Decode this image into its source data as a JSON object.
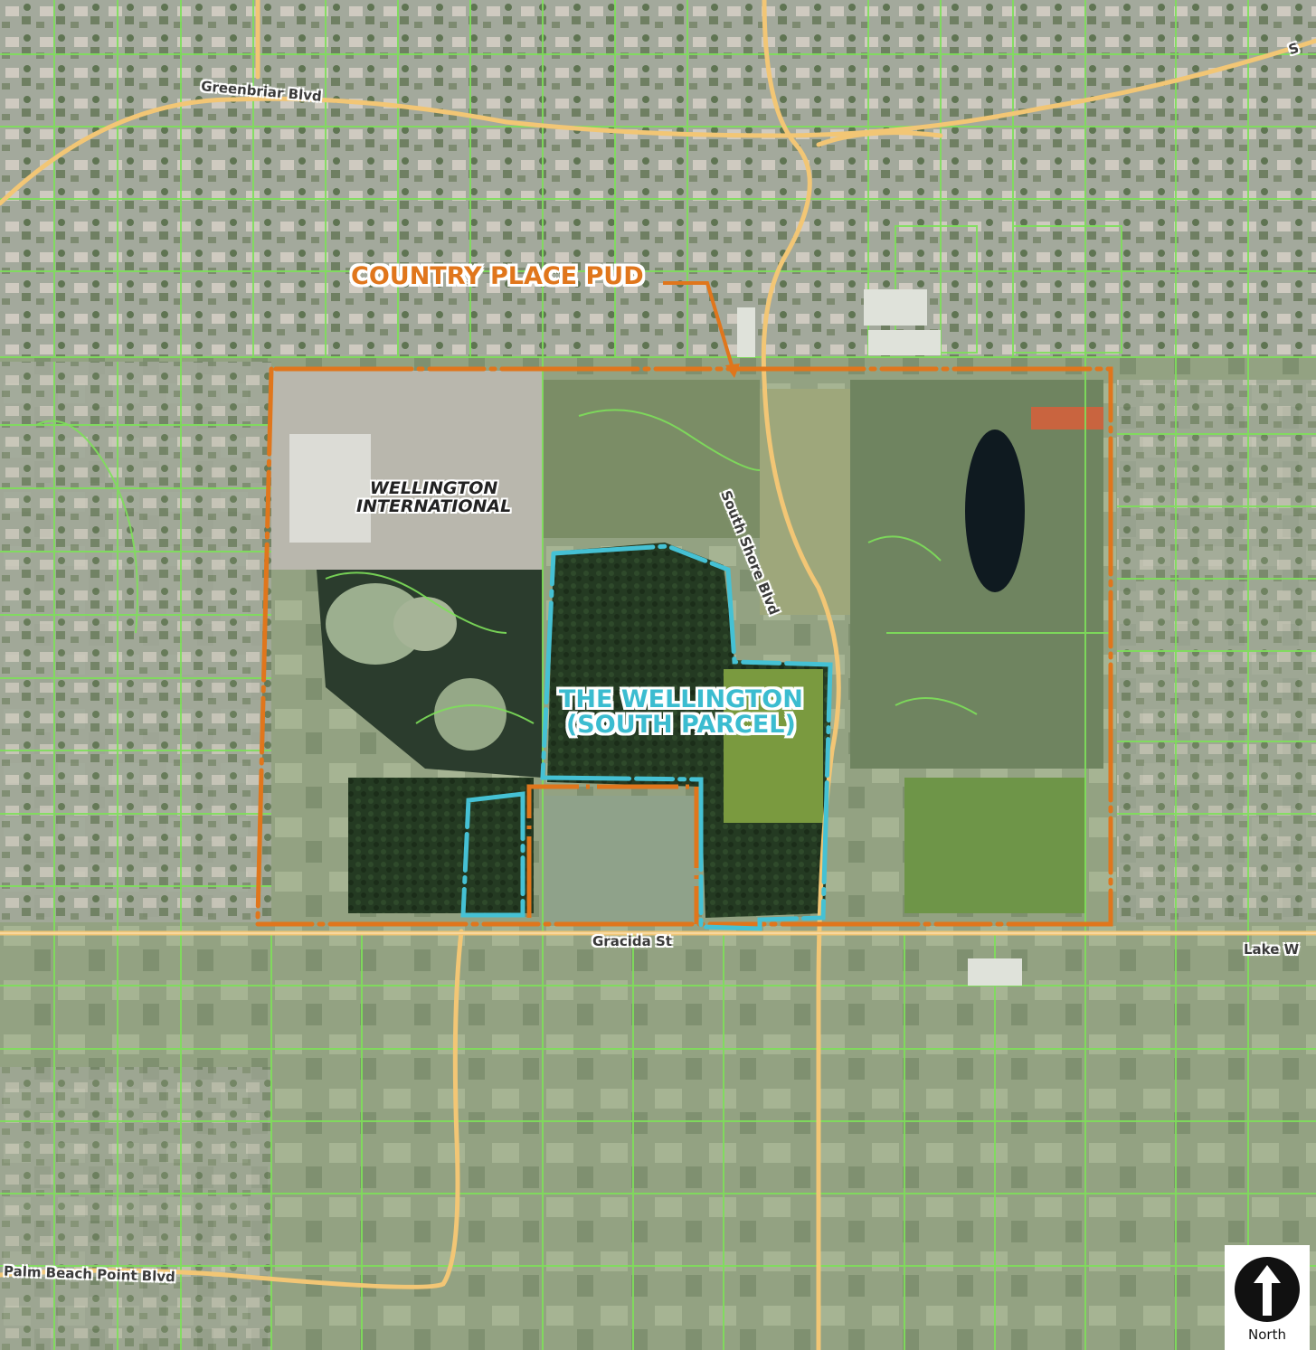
{
  "roads": {
    "greenbriar": "Greenbriar Blvd",
    "south_shore": "South Shore Blvd",
    "gracida": "Gracida St",
    "lake_w": "Lake W",
    "palm_beach_point": "Palm Beach Point Blvd",
    "corner_s": "S"
  },
  "callouts": {
    "country_place": "COUNTRY PLACE PUD",
    "wellington_international_line1": "WELLINGTON",
    "wellington_international_line2": "INTERNATIONAL",
    "the_wellington_line1": "THE WELLINGTON",
    "the_wellington_line2": "(SOUTH PARCEL)"
  },
  "north_arrow": {
    "label": "North"
  },
  "colors": {
    "pud_boundary": "#e0761c",
    "parcel_boundary": "#45c1d4",
    "parcel_lines": "#7ee05a",
    "major_road": "#f2c675",
    "aerial_base": "#8e9a82",
    "forest": "#23361f"
  }
}
